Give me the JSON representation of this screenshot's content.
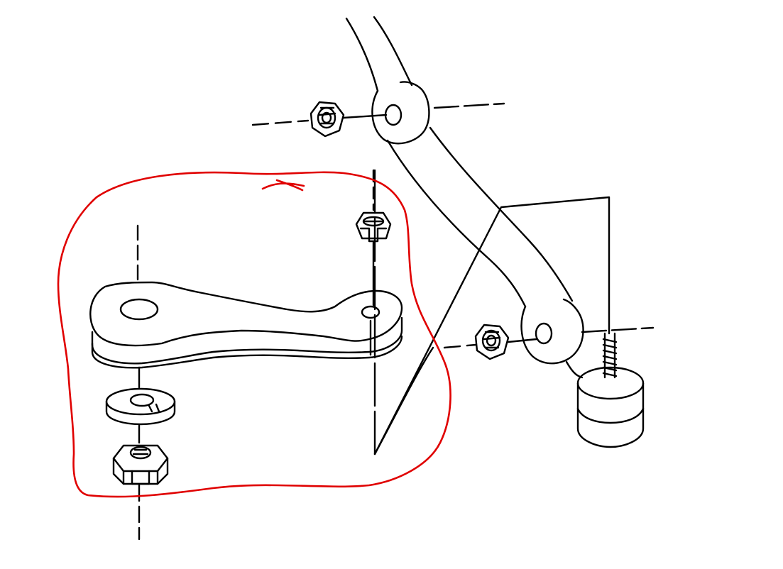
{
  "diagram": {
    "line_color": "#000000",
    "highlight_color": "#e00000",
    "background_color": "#ffffff",
    "parts": [
      "bracket-arm",
      "idler-arm-link",
      "upper-lock-nut",
      "upper-arm-nut",
      "lower-arm-nut",
      "lower-hex-nut",
      "lower-washer",
      "stud-bushing",
      "red-highlight-circle",
      "red-x-mark"
    ]
  }
}
